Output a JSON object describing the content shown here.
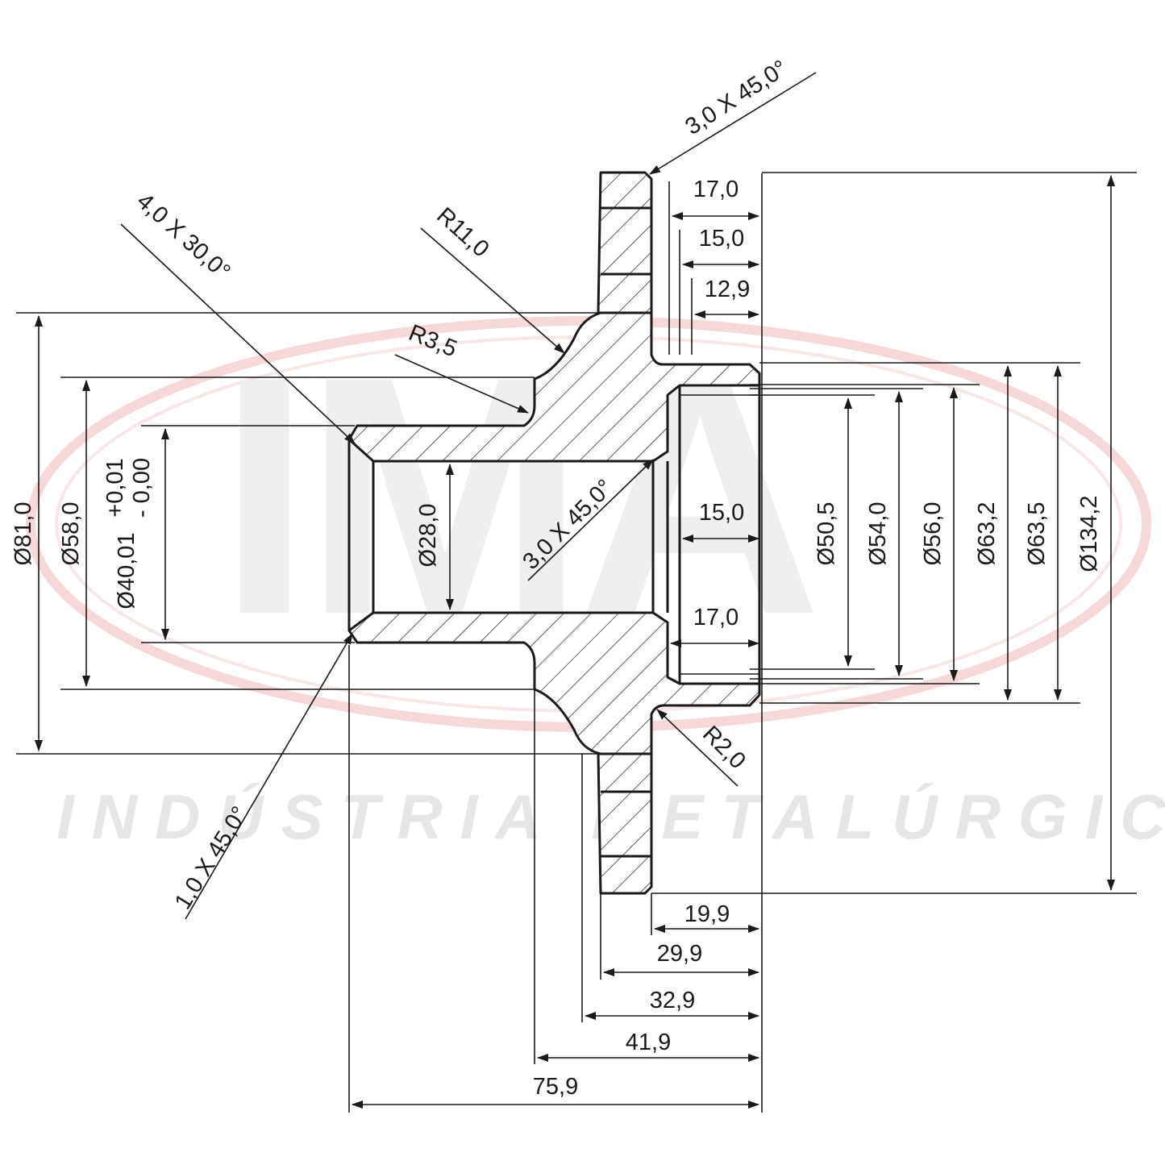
{
  "watermark": {
    "logo_text": "IMA",
    "company": "INDÚSTRIA METALÚRGICA ALLI",
    "ring_color": "#f6d8d8",
    "logo_color": "#efefef"
  },
  "colors": {
    "line": "#1a1a1a",
    "background": "#ffffff"
  },
  "callouts": {
    "chamfer_top": "3,0 X 45,0°",
    "chamfer_left": "4,0 X 30,0°",
    "radius_r11": "R11,0",
    "radius_r35": "R3,5",
    "chamfer_bore": "3,0 X 45,0°",
    "chamfer_bottom": "1,0 X 45,0°",
    "radius_r2": "R2,0"
  },
  "diameters": {
    "d81": "Ø81,0",
    "d58": "Ø58,0",
    "d40": "Ø40,01",
    "d40_tol_upper": "+0,01",
    "d40_tol_lower": "- 0,00",
    "d28": "Ø28,0",
    "d50_5": "Ø50,5",
    "d54": "Ø54,0",
    "d56": "Ø56,0",
    "d63_2": "Ø63,2",
    "d63_5": "Ø63,5",
    "d134_2": "Ø134,2"
  },
  "lengths": {
    "top_17": "17,0",
    "top_15": "15,0",
    "top_12_9": "12,9",
    "mid_15": "15,0",
    "mid_17": "17,0",
    "b19_9": "19,9",
    "b29_9": "29,9",
    "b32_9": "32,9",
    "b41_9": "41,9",
    "b75_9": "75,9"
  }
}
